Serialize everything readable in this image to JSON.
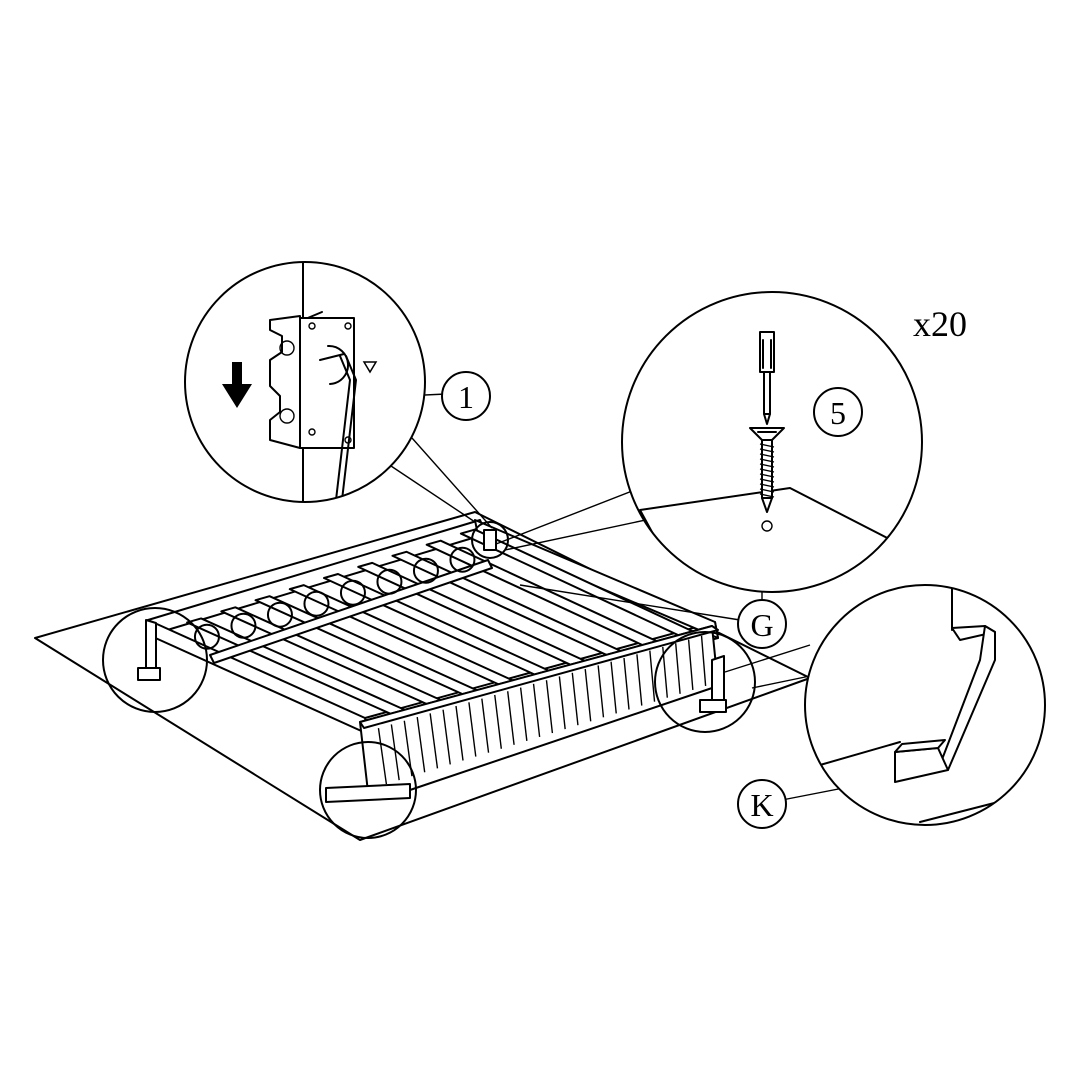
{
  "quantity_label": "x20",
  "callouts": {
    "part_1": "1",
    "part_5": "5",
    "part_G": "G",
    "part_K": "K"
  },
  "colors": {
    "line": "#000000",
    "background": "#ffffff"
  },
  "icons": [
    "down-arrow-icon",
    "rotate-arrow-icon",
    "screwdriver-icon",
    "screw-icon",
    "allen-key-icon"
  ]
}
